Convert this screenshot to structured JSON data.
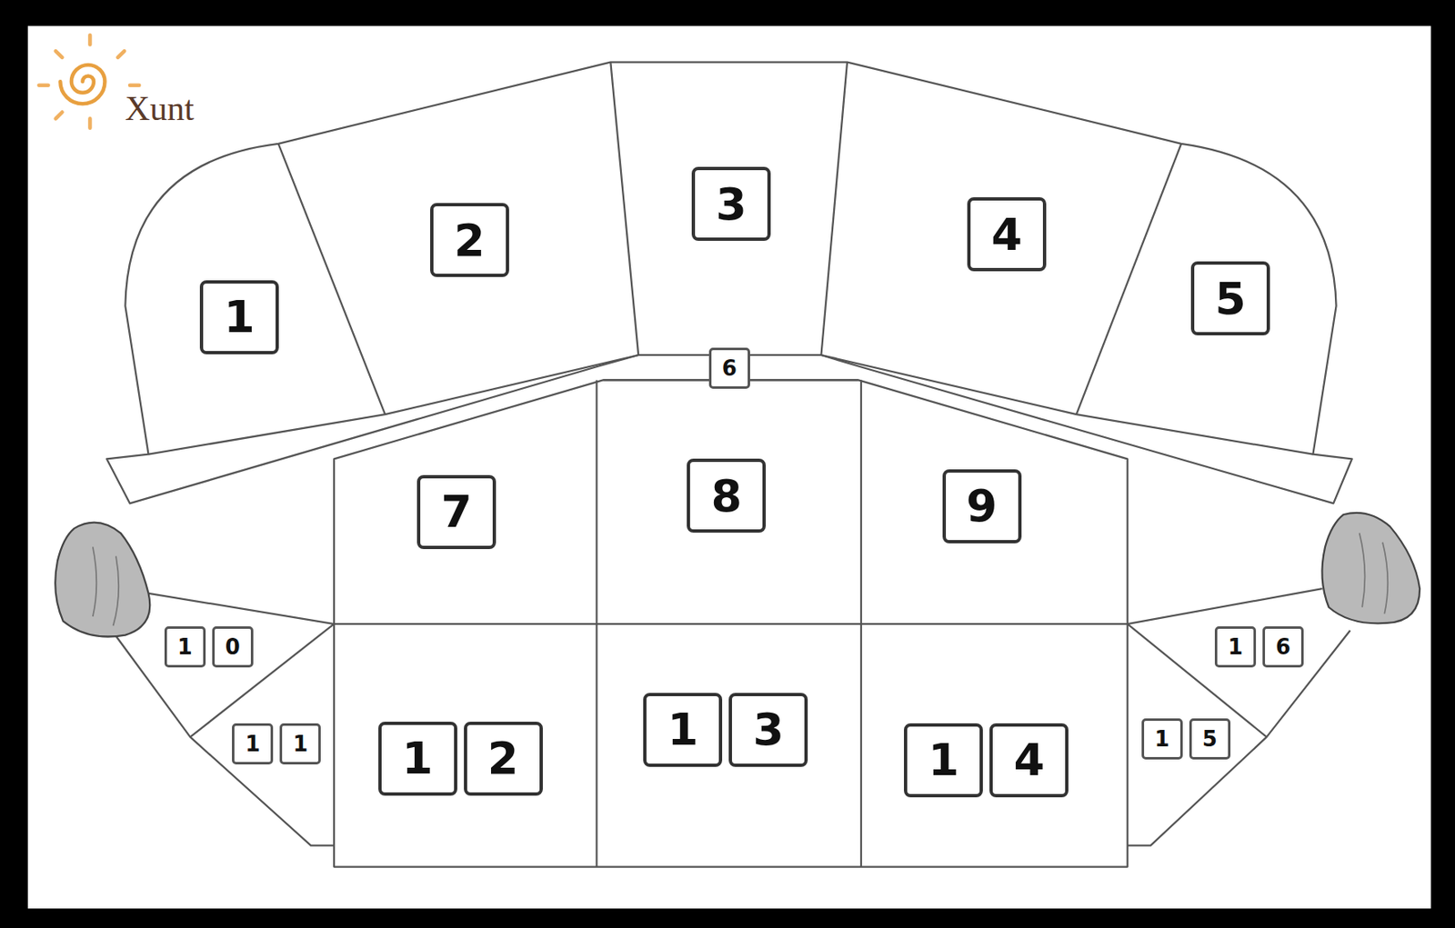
{
  "diagram": {
    "nodes": [
      {
        "text": [
          "1"
        ]
      },
      {
        "text": [
          "2"
        ]
      },
      {
        "text": [
          "3"
        ]
      },
      {
        "text": [
          "4"
        ]
      },
      {
        "text": [
          "5"
        ]
      },
      {
        "text": [
          "6"
        ]
      },
      {
        "text": [
          "7"
        ]
      },
      {
        "text": [
          "8"
        ]
      },
      {
        "text": [
          "9"
        ]
      },
      {
        "text": [
          "1",
          "0"
        ]
      },
      {
        "text": [
          "1",
          "1"
        ]
      },
      {
        "text": [
          "1",
          "2"
        ]
      },
      {
        "text": [
          "1",
          "3"
        ]
      },
      {
        "text": [
          "1",
          "4"
        ]
      },
      {
        "text": [
          "1",
          "5"
        ]
      },
      {
        "text": [
          "1",
          "6"
        ]
      }
    ],
    "labels": [
      "Xunt"
    ]
  }
}
